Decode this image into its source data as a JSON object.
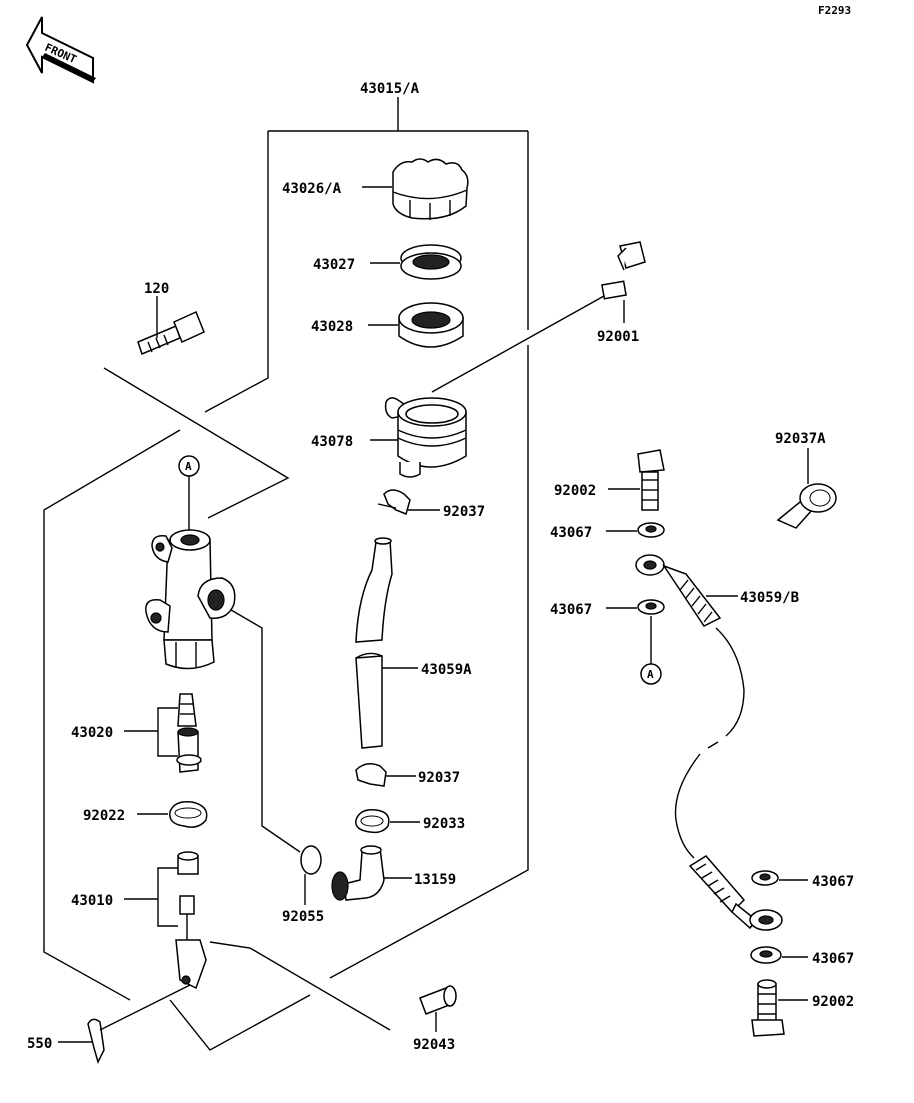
{
  "diagram_code": "F2293",
  "front_label": "FRONT",
  "ref_marker": "A",
  "parts": {
    "p43015A": "43015/A",
    "p43026A": "43026/A",
    "p43027": "43027",
    "p43028": "43028",
    "p43078": "43078",
    "p92037_top": "92037",
    "p43059A": "43059A",
    "p92037_bottom": "92037",
    "p92033": "92033",
    "p13159": "13159",
    "p92055": "92055",
    "p92043": "92043",
    "p120": "120",
    "p92001": "92001",
    "p43020": "43020",
    "p92022": "92022",
    "p43010": "43010",
    "p550": "550",
    "p92037A": "92037A",
    "p92002_top": "92002",
    "p43067_1": "43067",
    "p43059B": "43059/B",
    "p43067_2": "43067",
    "p43067_3": "43067",
    "p43067_4": "43067",
    "p92002_bottom": "92002"
  }
}
